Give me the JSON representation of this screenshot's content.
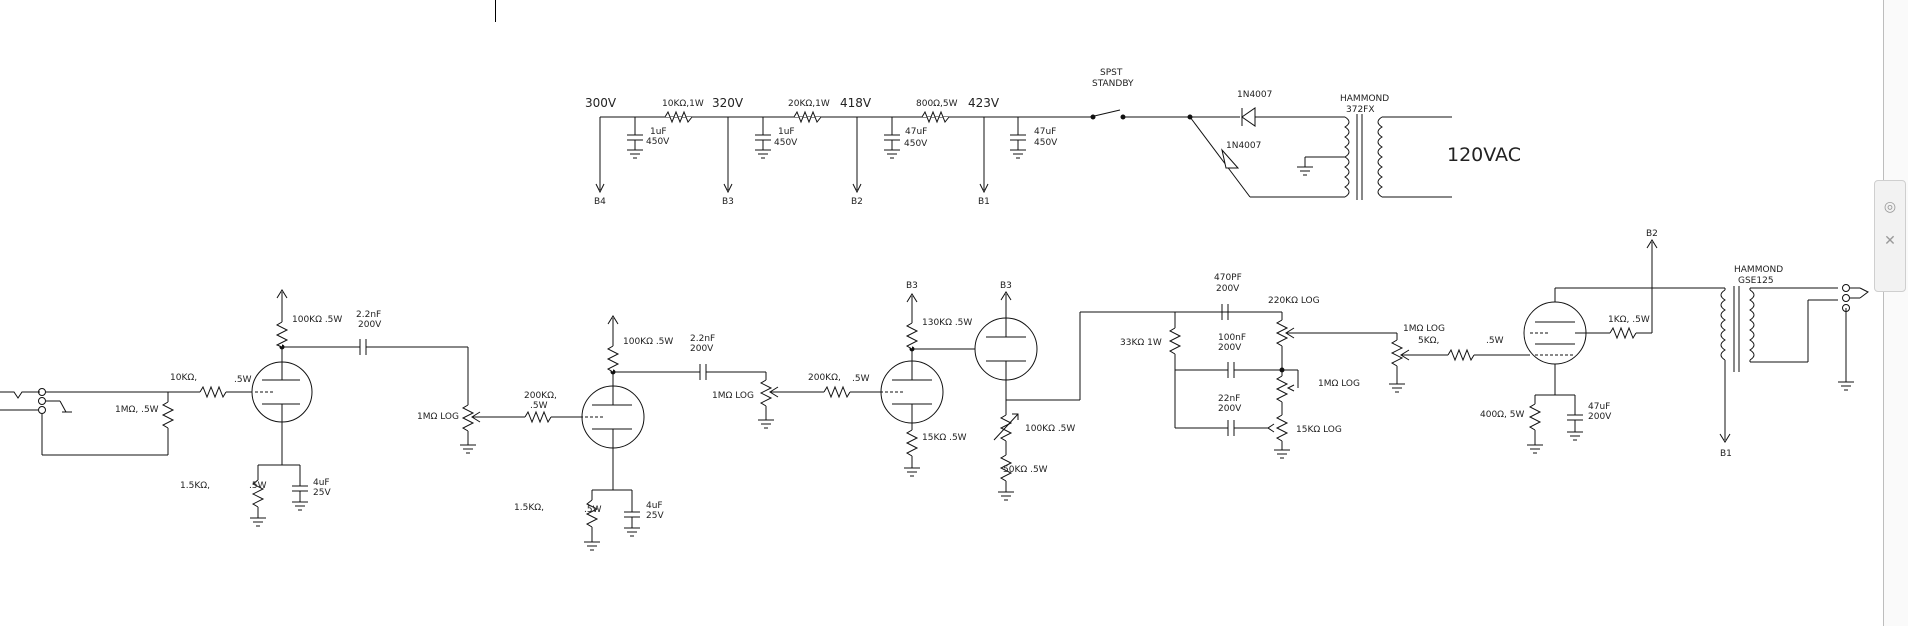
{
  "colors": {
    "wire": "#111111",
    "background": "#ffffff",
    "panel_border": "#bdbdbd"
  },
  "power_supply": {
    "node_voltages": [
      "300V",
      "320V",
      "418V",
      "423V"
    ],
    "series_resistors": [
      "10KΩ,1W",
      "20KΩ,1W",
      "800Ω,5W"
    ],
    "filter_caps": [
      {
        "value": "1uF",
        "rating": "450V"
      },
      {
        "value": "1uF",
        "rating": "450V"
      },
      {
        "value": "47uF",
        "rating": "450V"
      },
      {
        "value": "47uF",
        "rating": "450V"
      }
    ],
    "rail_labels": [
      "B4",
      "B3",
      "B2",
      "B1"
    ],
    "switch_label_1": "SPST",
    "switch_label_2": "STANDBY",
    "diode_1": "1N4007",
    "diode_2": "1N4007",
    "transformer_label_1": "HAMMOND",
    "transformer_label_2": "372FX",
    "mains": "120VAC"
  },
  "stage1": {
    "grid_resistor": "10KΩ,",
    "grid_resistor_watt": ".5W",
    "input_resistor": "1MΩ, .5W",
    "plate_resistor": "100KΩ .5W",
    "coupling_cap": "2.2nF",
    "coupling_cap_v": "200V",
    "cathode_resistor": "1.5KΩ,",
    "cathode_resistor_watt": ".5W",
    "cathode_cap": "4uF",
    "cathode_cap_v": "25V",
    "volume_pot": "1MΩ LOG"
  },
  "stage2": {
    "grid_resistor": "200KΩ,",
    "grid_resistor_watt": ".5W",
    "plate_resistor": "100KΩ .5W",
    "coupling_cap": "2.2nF",
    "coupling_cap_v": "200V",
    "cathode_resistor": "1.5KΩ,",
    "cathode_resistor_watt": ".5W",
    "cathode_cap": "4uF",
    "cathode_cap_v": "25V",
    "grid_leak": "1MΩ LOG"
  },
  "stage3": {
    "rail_a": "B3",
    "rail_b": "B3",
    "grid_resistor": "200KΩ,",
    "grid_resistor_watt": ".5W",
    "plate_resistor": "130KΩ .5W",
    "cathode_resistor": "15KΩ .5W",
    "follower_rheostat": "100KΩ .5W",
    "follower_resistor": "50KΩ .5W"
  },
  "tone_stack": {
    "slope_resistor": "33KΩ 1W",
    "treble_cap": "470PF",
    "treble_cap_v": "200V",
    "treble_pot": "220KΩ LOG",
    "bass_cap": "100nF",
    "bass_cap_v": "200V",
    "bass_pot": "1MΩ LOG",
    "mid_cap": "22nF",
    "mid_cap_v": "200V",
    "mid_pot": "15KΩ LOG"
  },
  "power_stage": {
    "master_pot": "1MΩ LOG",
    "grid_stopper": "5KΩ,",
    "grid_stopper_watt": ".5W",
    "screen_resistor": "1KΩ, .5W",
    "rail_top": "B2",
    "cathode_resistor": "400Ω, 5W",
    "cathode_cap": "47uF",
    "cathode_cap_v": "200V",
    "output_transformer_1": "HAMMOND",
    "output_transformer_2": "GSE125",
    "rail_bottom": "B1"
  },
  "side_tab": {
    "icons": [
      "pin-icon",
      "close-icon"
    ]
  }
}
